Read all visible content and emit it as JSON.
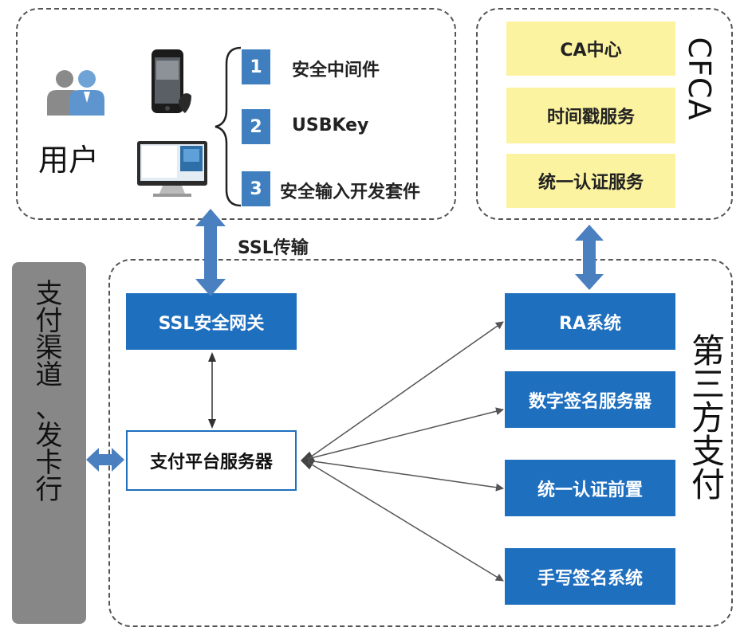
{
  "user_panel": {
    "user_label": "用户",
    "items": [
      {
        "num": "1",
        "label": "安全中间件"
      },
      {
        "num": "2",
        "label": "USBKey"
      },
      {
        "num": "3",
        "label": "安全输入开发套件"
      }
    ]
  },
  "cfca_panel": {
    "title": "CFCA",
    "services": [
      "CA中心",
      "时间戳服务",
      "统一认证服务"
    ]
  },
  "ssl_transfer_label": "SSL传输",
  "channel": {
    "chars": [
      "支",
      "付",
      "渠",
      "道",
      "、",
      "发",
      "卡",
      "行"
    ]
  },
  "third_party": {
    "title_chars": [
      "第",
      "三",
      "方",
      "支",
      "付"
    ],
    "ssl_gateway": "SSL安全网关",
    "payment_server": "支付平台服务器",
    "systems": [
      "RA系统",
      "数字签名服务器",
      "统一认证前置",
      "手写签名系统"
    ]
  },
  "colors": {
    "blue": "#1f6fbf",
    "yellow": "#fbf3a0",
    "gray": "#878787",
    "arrow_blue": "#4a7fc0"
  }
}
